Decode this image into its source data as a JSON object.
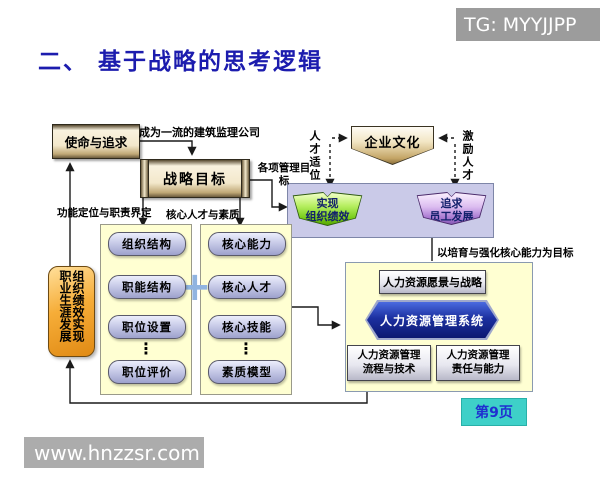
{
  "header": {
    "title": "二、 基于战略的思考逻辑"
  },
  "watermarks": {
    "top_right": "TG: MYYJJPP",
    "bottom_left": "www.hnzzsr.com"
  },
  "page_badge": {
    "label": "第9页"
  },
  "flow": {
    "mission": "使命与追求",
    "mission_goal_note": "成为一流的建筑监理公司",
    "strategy_goal": "战略目标",
    "corporate_culture": "企业文化",
    "talent_fit_vertical": "人才适位",
    "motivate_talent_vertical": "激励人才",
    "org_performance": {
      "line1": "实现",
      "line2": "组织绩效"
    },
    "employee_dev": {
      "line1": "追求",
      "line2": "员工发展"
    },
    "mgmt_goals": {
      "line1": "各项管理目",
      "line2": "标"
    },
    "function_label": "功能定位与职责界定",
    "core_talent_label": "核心人才与素质",
    "plus_sign": "+",
    "career_box": {
      "col_left": "职业生涯发展",
      "col_right": "组织绩效实现"
    },
    "org_column": [
      "组织结构",
      "职能结构",
      "职位设置",
      "⋮",
      "职位评价"
    ],
    "talent_column": [
      "核心能力",
      "核心人才",
      "核心技能",
      "⋮",
      "素质模型"
    ],
    "hr_goal_label": "以培育与强化核心能力为目标",
    "hr_vision": "人力资源愿景与战略",
    "hr_system": "人力资源管理系统",
    "hr_process": {
      "line1": "人力资源管理",
      "line2": "流程与技术"
    },
    "hr_responsibility": {
      "line1": "人力资源管理",
      "line2": "责任与能力"
    }
  },
  "colors": {
    "title_blue": "#1c1cae",
    "panel_yellow": "#ffffd2",
    "pill_lavender": "#b9bcdf",
    "system_navy": "#16298c",
    "badge_cyan": "#3ed0c8",
    "career_orange": "#f2a93b",
    "performance_green": "#8ede2e",
    "development_purple": "#c9a3e6",
    "performance_rect_blue": "#cacae8",
    "box_beige": "#f3e8cb"
  }
}
